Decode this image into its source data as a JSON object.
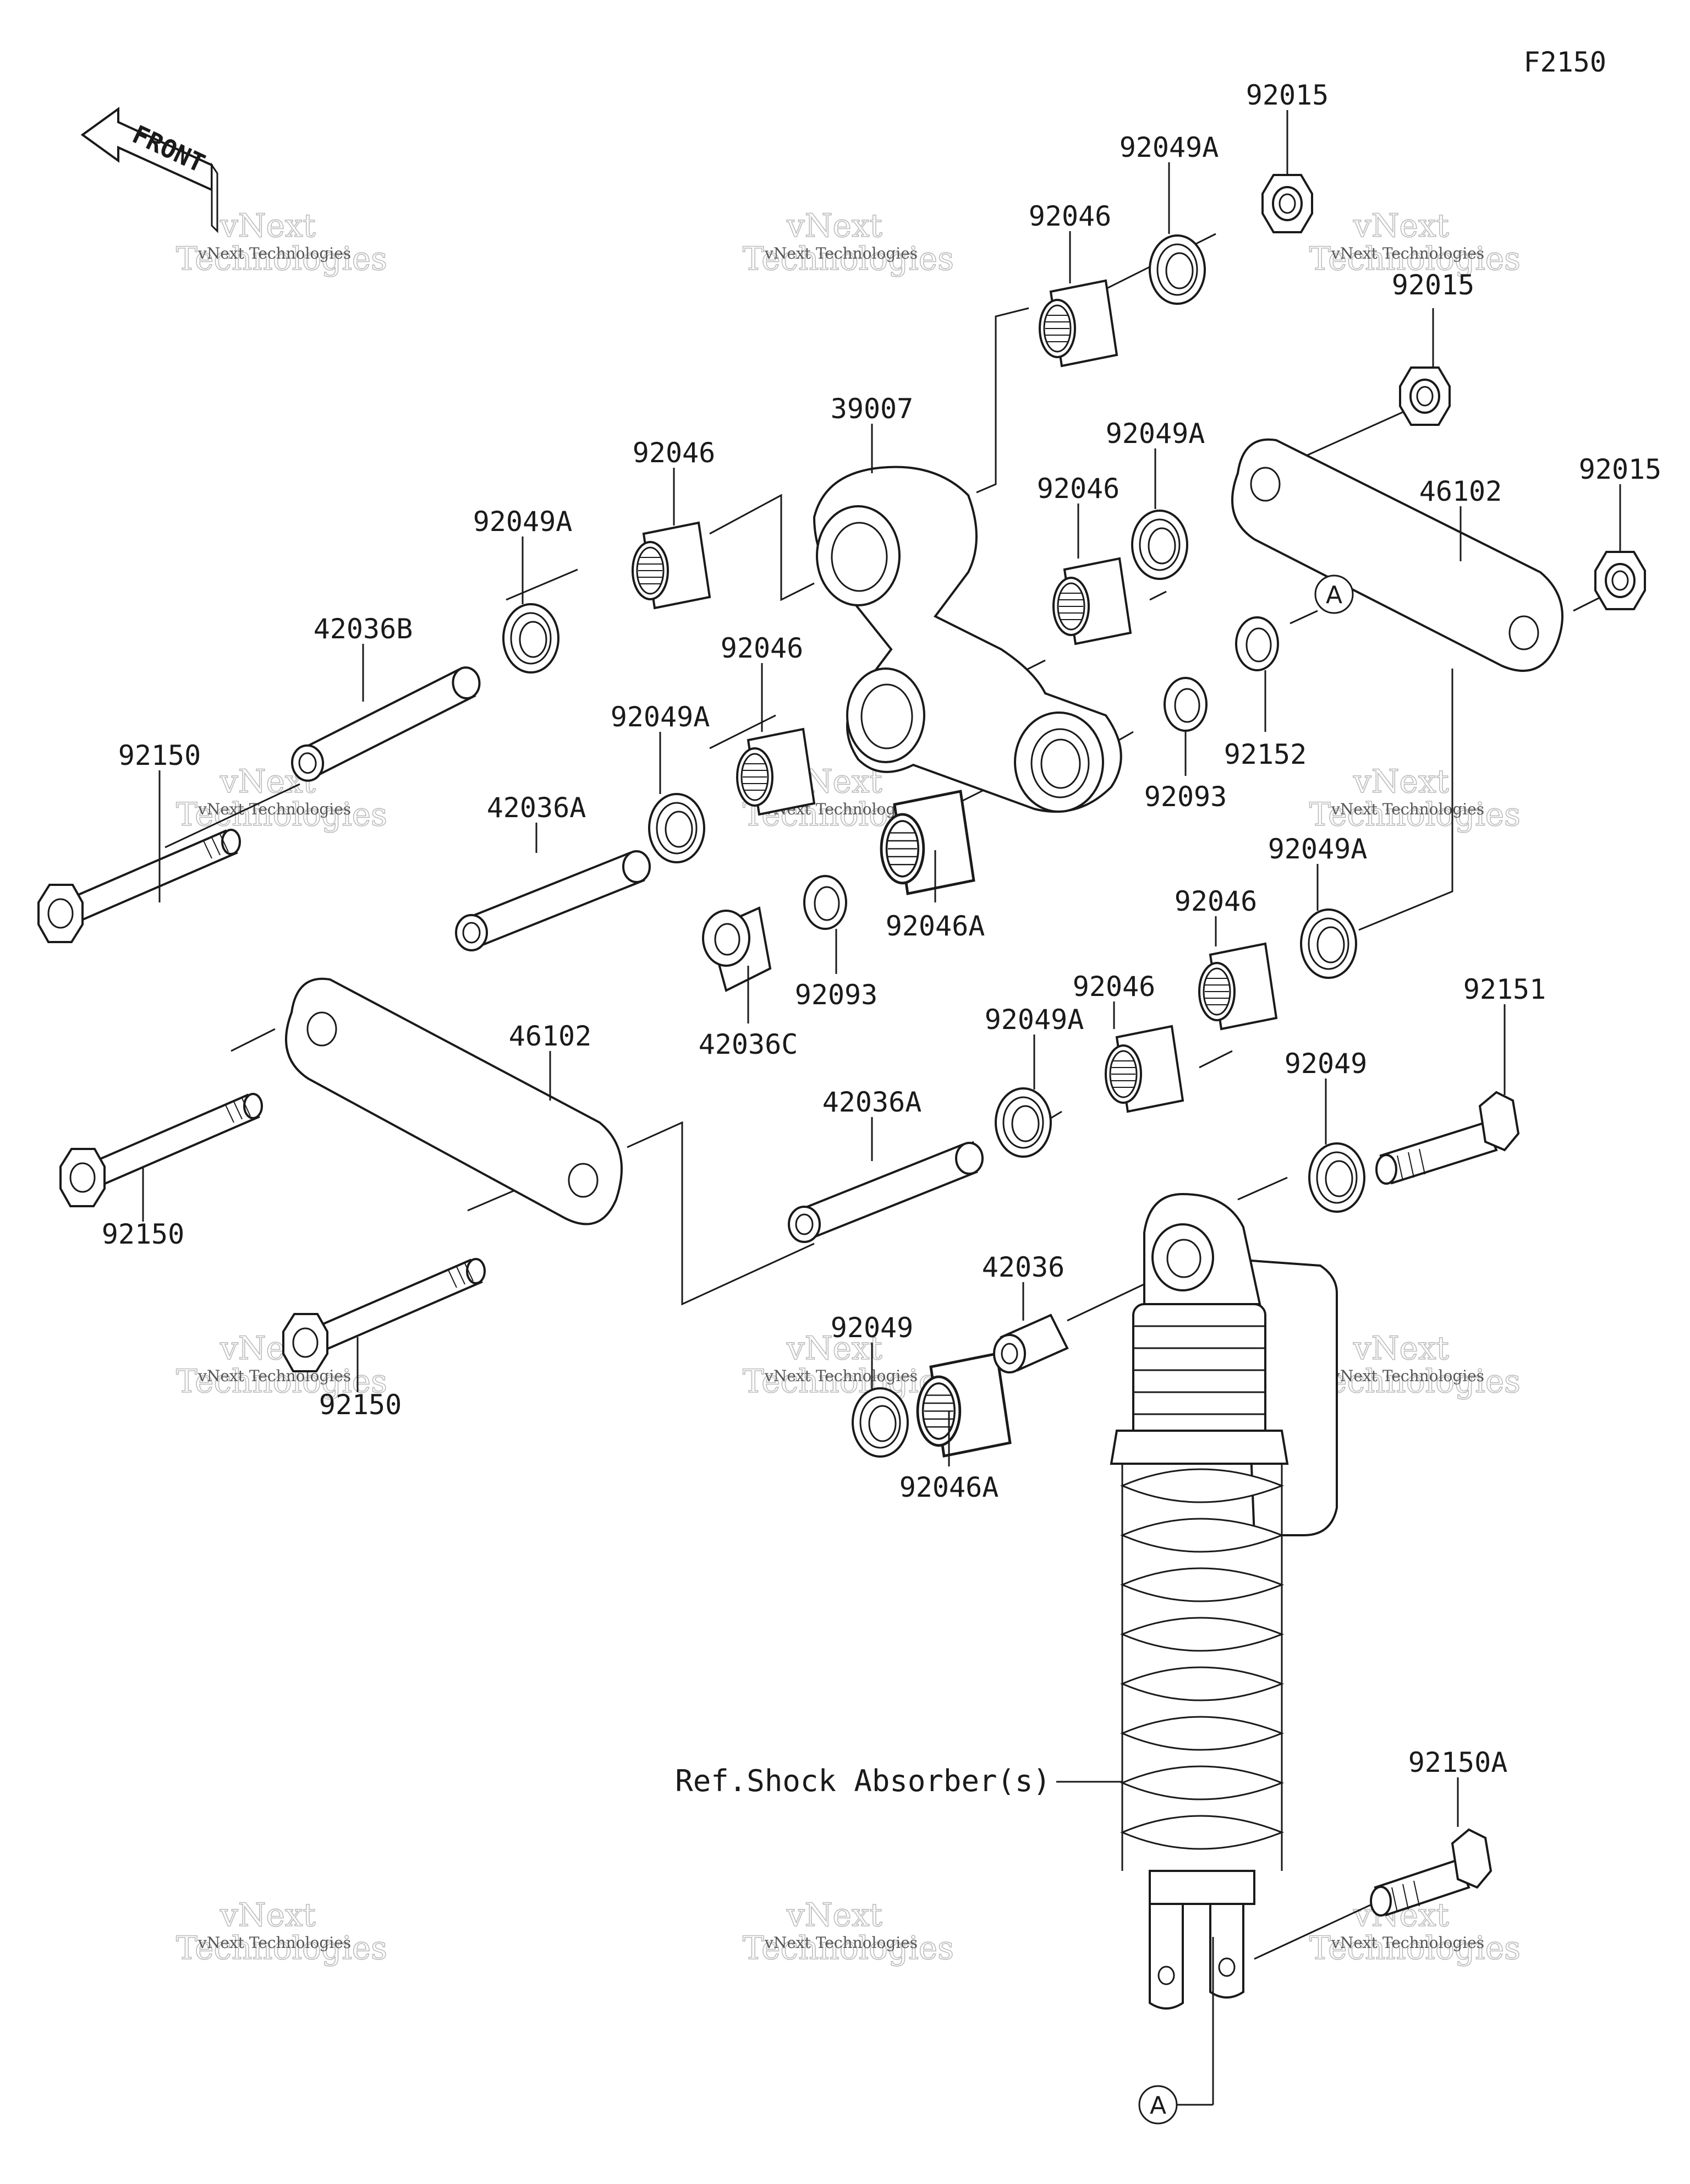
{
  "figure_code": "F2150",
  "front_label": "FRONT",
  "watermark": {
    "line1": "vNext Technologies",
    "line2": "vNext",
    "line3": "Technologies"
  },
  "parts": {
    "p92015_a": "92015",
    "p92049A_a": "92049A",
    "p92046_a": "92046",
    "p92015_b": "92015",
    "p39007": "39007",
    "p92046_b": "92046",
    "p92049A_b": "92049A",
    "p92046_c": "92046",
    "p92015_c": "92015",
    "p46102_a": "46102",
    "p92049A_c": "92049A",
    "p42036B": "42036B",
    "p92046_d": "92046",
    "p92049A_d": "92049A",
    "p92152": "92152",
    "p92093_a": "92093",
    "p92150_a": "92150",
    "p42036A_a": "42036A",
    "p92046A_a": "92046A",
    "p92093_b": "92093",
    "p42036C": "42036C",
    "p92049A_e": "92049A",
    "p92046_e": "92046",
    "p92046_f": "92046",
    "p92049A_f": "92049A",
    "p92151": "92151",
    "p46102_b": "46102",
    "p42036A_b": "42036A",
    "p92049_a": "92049",
    "p92150_b": "92150",
    "p42036": "42036",
    "p92049_b": "92049",
    "p92150_c": "92150",
    "p92046A_b": "92046A",
    "p92150A": "92150A"
  },
  "reference": "Ref.Shock Absorber(s)",
  "callout_letter_1": "A",
  "callout_letter_2": "A"
}
